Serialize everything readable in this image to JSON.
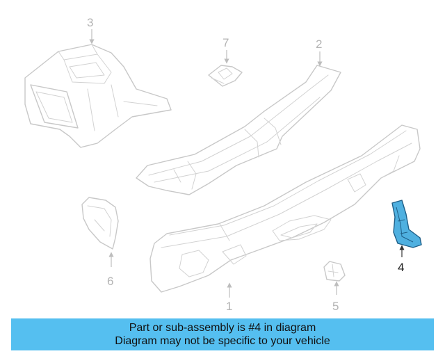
{
  "diagram": {
    "callouts": [
      {
        "id": "1",
        "label": "1"
      },
      {
        "id": "2",
        "label": "2"
      },
      {
        "id": "3",
        "label": "3"
      },
      {
        "id": "4",
        "label": "4"
      },
      {
        "id": "5",
        "label": "5"
      },
      {
        "id": "6",
        "label": "6"
      },
      {
        "id": "7",
        "label": "7"
      }
    ],
    "highlighted_part": "4",
    "colors": {
      "highlight_fill": "#4fb0e0",
      "highlight_stroke": "#1f5f88",
      "part_stroke": "#c8c8c8",
      "banner": "#55bff0"
    }
  },
  "banner": {
    "line1": "Part or sub-assembly is #4 in diagram",
    "line2": "Diagram may not be specific to your vehicle"
  }
}
